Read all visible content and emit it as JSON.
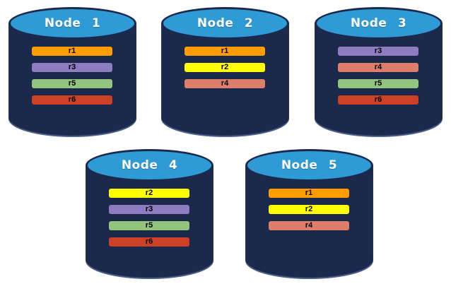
{
  "background": "#ffffff",
  "colors": {
    "cylinder_top": "#2E9BD6",
    "cylinder_body": "#1B2A4C",
    "title_text": "#ffffff",
    "bar_text": "#000000",
    "replicas": {
      "r1": "#FF9D00",
      "r2": "#FFFF00",
      "r3": "#8E7CC3",
      "r4": "#DD7E6B",
      "r5": "#93C47D",
      "r6": "#CC4125"
    }
  },
  "nodes": [
    {
      "label": "Node 1",
      "replicas": [
        "r1",
        "r3",
        "r5",
        "r6"
      ]
    },
    {
      "label": "Node 2",
      "replicas": [
        "r1",
        "r2",
        "r4"
      ]
    },
    {
      "label": "Node 3",
      "replicas": [
        "r3",
        "r4",
        "r5",
        "r6"
      ]
    },
    {
      "label": "Node 4",
      "replicas": [
        "r2",
        "r3",
        "r5",
        "r6"
      ]
    },
    {
      "label": "Node 5",
      "replicas": [
        "r1",
        "r2",
        "r4"
      ]
    }
  ]
}
